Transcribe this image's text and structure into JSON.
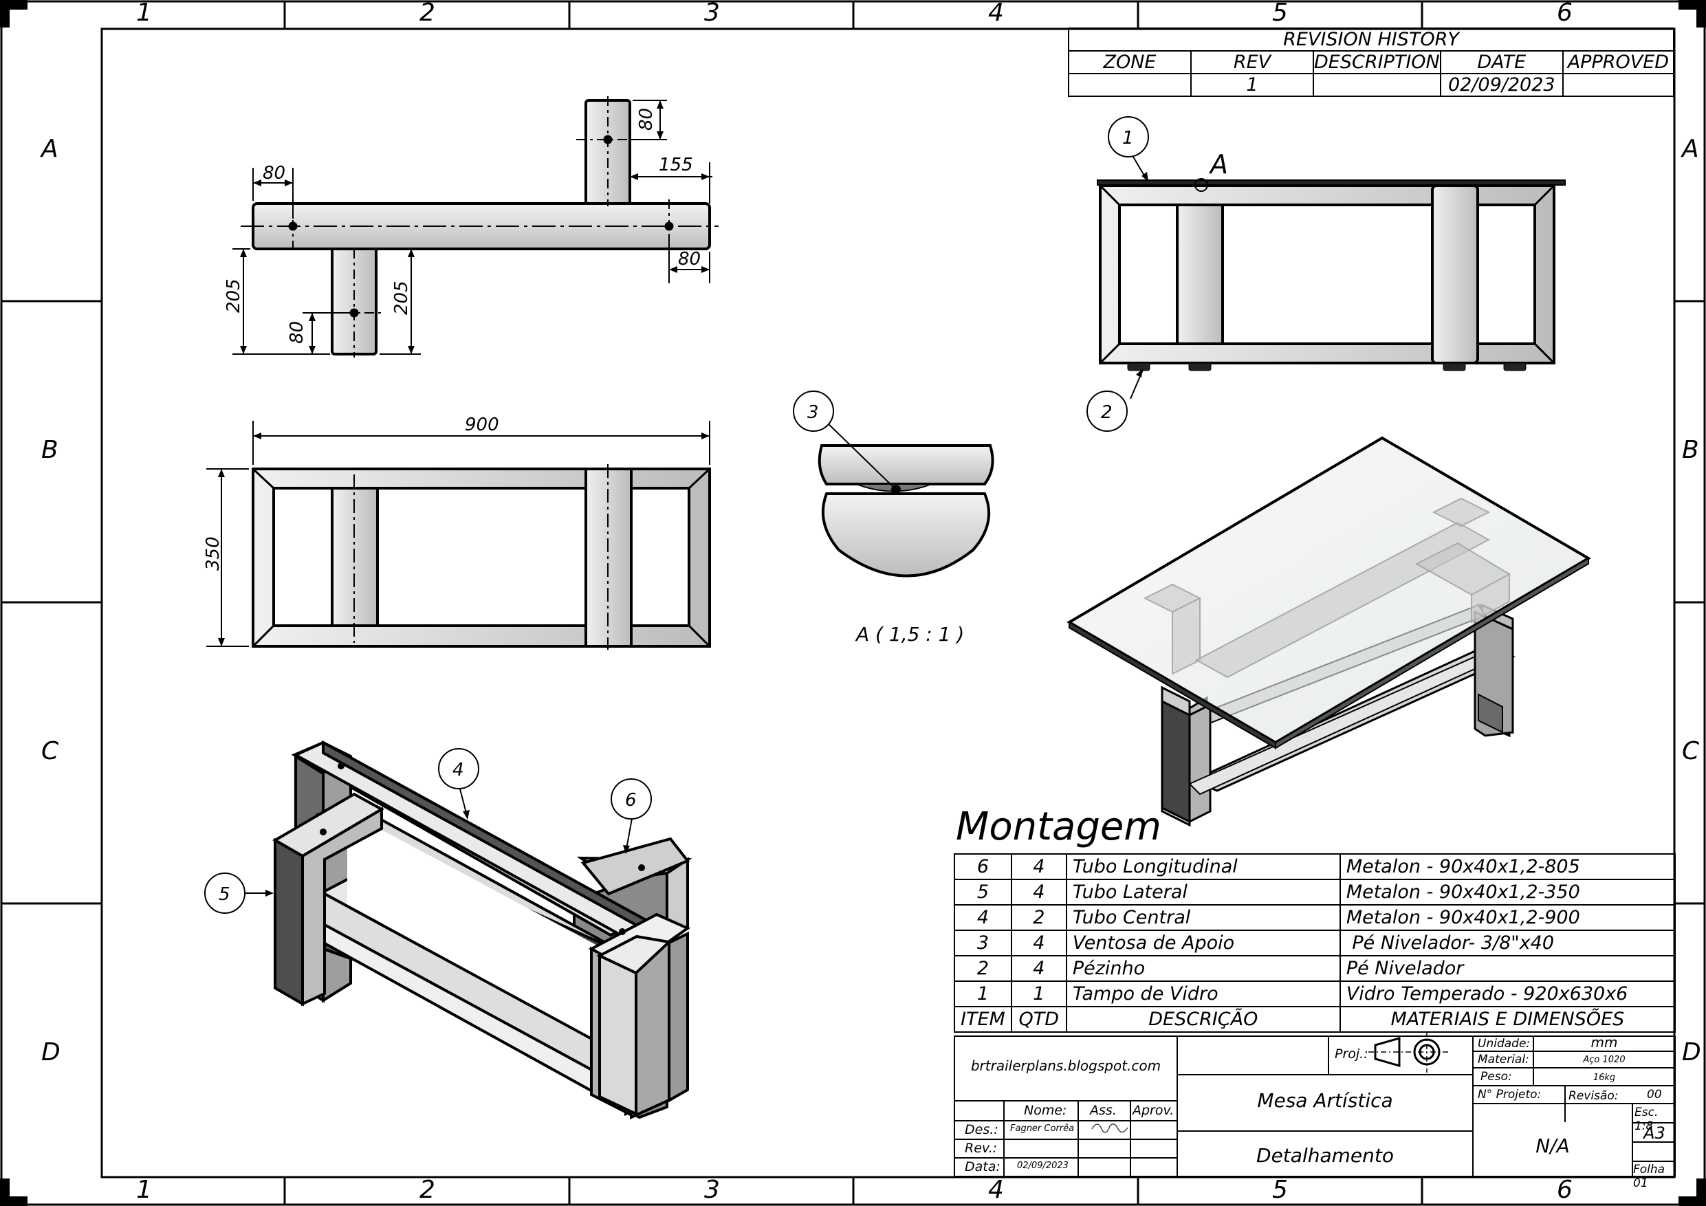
{
  "frame": {
    "columns": [
      "1",
      "2",
      "3",
      "4",
      "5",
      "6"
    ],
    "rows": [
      "A",
      "B",
      "C",
      "D"
    ]
  },
  "revision_history": {
    "title": "REVISION HISTORY",
    "headers": [
      "ZONE",
      "REV",
      "DESCRIPTION",
      "DATE",
      "APPROVED"
    ],
    "rows": [
      [
        "",
        "1",
        "",
        "02/09/2023",
        ""
      ]
    ]
  },
  "dimensions": {
    "d80_top_left": "80",
    "d80_top_right": "80",
    "d155": "155",
    "d80_right": "80",
    "d205_left": "205",
    "d205_mid": "205",
    "d80_bottom": "80",
    "d900": "900",
    "d350": "350"
  },
  "callouts": {
    "c1": "1",
    "c2": "2",
    "c3": "3",
    "c4": "4",
    "c5": "5",
    "c6": "6",
    "detail_marker": "A"
  },
  "detail_label": "A ( 1,5 : 1 )",
  "bom": {
    "title": "Montagem",
    "headers": [
      "ITEM",
      "QTD",
      "DESCRIÇÃO",
      "MATERIAIS E DIMENSÕES"
    ],
    "rows": [
      [
        "6",
        "4",
        "Tubo Longitudinal",
        "Metalon - 90x40x1,2-805"
      ],
      [
        "5",
        "4",
        "Tubo Lateral",
        "Metalon - 90x40x1,2-350"
      ],
      [
        "4",
        "2",
        "Tubo Central",
        "Metalon - 90x40x1,2-900"
      ],
      [
        "3",
        "4",
        "Ventosa de Apoio",
        " Pé Nivelador- 3/8\"x40"
      ],
      [
        "2",
        "4",
        "Pézinho",
        "Pé Nivelador"
      ],
      [
        "1",
        "1",
        "Tampo de Vidro",
        "Vidro Temperado - 920x630x6"
      ]
    ]
  },
  "title_block": {
    "website": "brtrailerplans.blogspot.com",
    "proj_label": "Proj.:",
    "title": "Mesa Artística",
    "subtitle": "Detalhamento",
    "col_nome": "Nome:",
    "col_ass": "Ass.",
    "col_aprov": "Aprov.",
    "des_label": "Des.:",
    "rev_label": "Rev.:",
    "data_label": "Data:",
    "des_name": "Fagner Corrêa",
    "data_value": "02/09/2023",
    "unidade_label": "Unidade:",
    "unidade_value": "mm",
    "material_label": "Material:",
    "material_value": "Aço 1020",
    "peso_label": "Peso:",
    "peso_value": "16kg",
    "projeto_label": "N° Projeto:",
    "projeto_value": "N/A",
    "revisao_label": "Revisão:",
    "revisao_value": "00",
    "escala": "Esc. 1:8",
    "formato": "A3",
    "folha": "Folha 01"
  }
}
